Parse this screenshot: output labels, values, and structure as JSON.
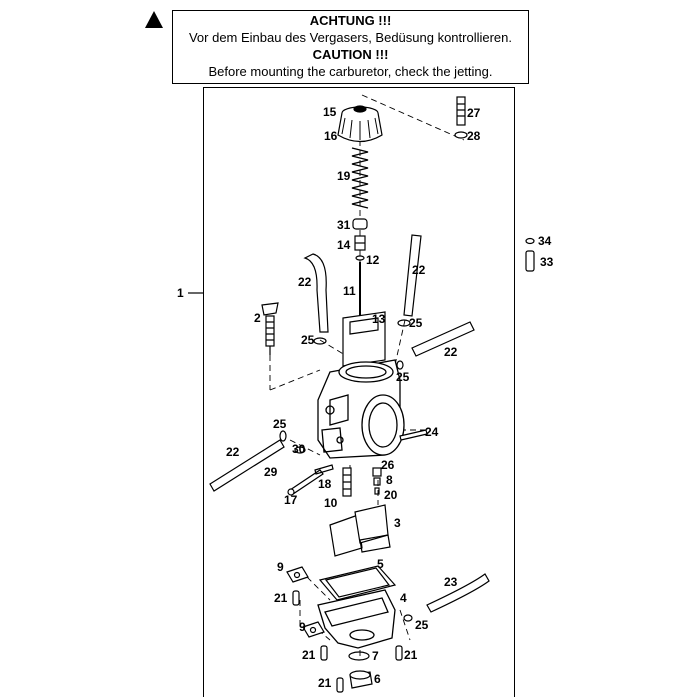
{
  "notice": {
    "de_title": "ACHTUNG !!!",
    "de_text": "Vor dem Einbau des Vergasers, Bedüsung kontrollieren.",
    "en_title": "CAUTION !!!",
    "en_text": "Before mounting the carburetor, check the jetting."
  },
  "icons": {
    "warning": "warning-triangle-icon"
  },
  "callouts": {
    "c1": "1",
    "c2": "2",
    "c3": "3",
    "c4": "4",
    "c5": "5",
    "c6": "6",
    "c7": "7",
    "c8": "8",
    "c9a": "9",
    "c9b": "9",
    "c10": "10",
    "c11": "11",
    "c12": "12",
    "c13": "13",
    "c14": "14",
    "c15": "15",
    "c16": "16",
    "c17": "17",
    "c18": "18",
    "c19": "19",
    "c20": "20",
    "c21a": "21",
    "c21b": "21",
    "c21c": "21",
    "c21d": "21",
    "c22a": "22",
    "c22b": "22",
    "c22c": "22",
    "c22d": "22",
    "c23": "23",
    "c24": "24",
    "c25a": "25",
    "c25b": "25",
    "c25c": "25",
    "c25d": "25",
    "c25e": "25",
    "c26": "26",
    "c27": "27",
    "c28": "28",
    "c29": "29",
    "c30": "30",
    "c31": "31",
    "c33": "33",
    "c34": "34"
  }
}
